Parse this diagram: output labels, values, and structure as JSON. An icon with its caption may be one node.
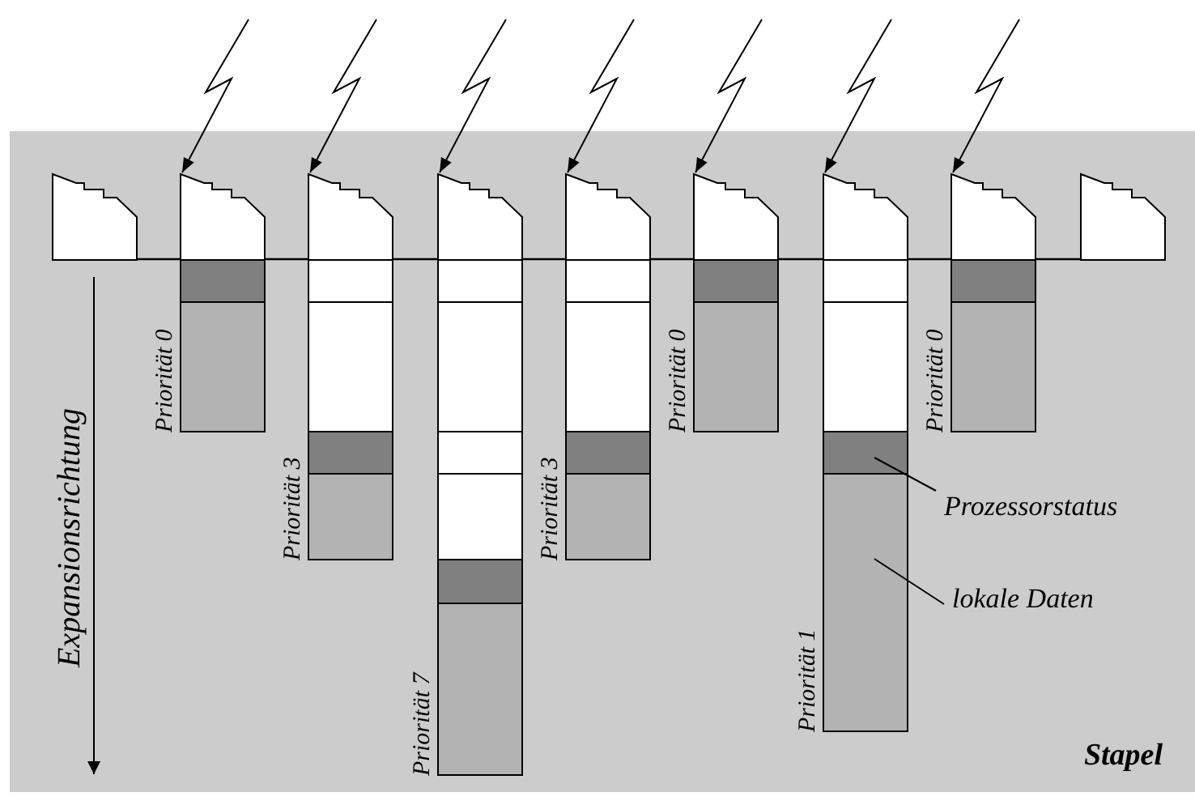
{
  "diagram": {
    "nodes": [
      {
        "text": [],
        "shape": "box"
      },
      {
        "text": [],
        "shape": "box"
      },
      {
        "text": [],
        "shape": "box"
      },
      {
        "text": [],
        "shape": "box"
      },
      {
        "text": [],
        "shape": "box"
      },
      {
        "text": [],
        "shape": "box"
      },
      {
        "text": [],
        "shape": "box"
      },
      {
        "text": [],
        "shape": "box"
      },
      {
        "text": [],
        "shape": "box"
      },
      {
        "text": [],
        "shape": "box"
      },
      {
        "text": [],
        "shape": "box"
      },
      {
        "text": [],
        "shape": "box"
      },
      {
        "text": [],
        "shape": "box"
      },
      {
        "text": [],
        "shape": "box"
      },
      {
        "text": [],
        "shape": "box"
      },
      {
        "text": [],
        "shape": "box"
      },
      {
        "text": [],
        "shape": "box"
      },
      {
        "text": [],
        "shape": "box"
      },
      {
        "text": [],
        "shape": "box"
      },
      {
        "text": [],
        "shape": "box"
      },
      {
        "text": [],
        "shape": "box"
      },
      {
        "text": [],
        "shape": "box"
      },
      {
        "text": [],
        "shape": "box"
      },
      {
        "text": [],
        "shape": "box"
      },
      {
        "text": [],
        "shape": "box"
      },
      {
        "text": [],
        "shape": "box"
      },
      {
        "text": [],
        "shape": "box"
      },
      {
        "text": [],
        "shape": "box"
      },
      {
        "text": [],
        "shape": "box"
      },
      {
        "text": [],
        "shape": "box"
      },
      {
        "text": [],
        "shape": "box"
      },
      {
        "text": [],
        "shape": "box"
      },
      {
        "text": [],
        "shape": "box"
      },
      {
        "text": [
          "Prozessorstatus"
        ]
      },
      {
        "text": [
          "lokale Daten"
        ]
      }
    ],
    "edges": [
      {
        "from": null,
        "to": 1,
        "arrow": "to"
      },
      {
        "from": null,
        "to": 2,
        "arrow": "to"
      },
      {
        "from": null,
        "to": 3,
        "arrow": "to"
      },
      {
        "from": null,
        "to": 4,
        "arrow": "to"
      },
      {
        "from": null,
        "to": 5,
        "arrow": "to"
      },
      {
        "from": null,
        "to": 6,
        "arrow": "to"
      },
      {
        "from": null,
        "to": 7,
        "arrow": "to"
      },
      {
        "from": 33,
        "to": 29,
        "arrow": "none"
      },
      {
        "from": 34,
        "to": 30,
        "arrow": "none"
      }
    ],
    "labels": [
      "Expansionsrichtung",
      "Priorität 0",
      "Priorität 3",
      "Priorität 7",
      "Priorität 3",
      "Priorität 0",
      "Priorität 1",
      "Priorität 0",
      "Stapel"
    ]
  }
}
